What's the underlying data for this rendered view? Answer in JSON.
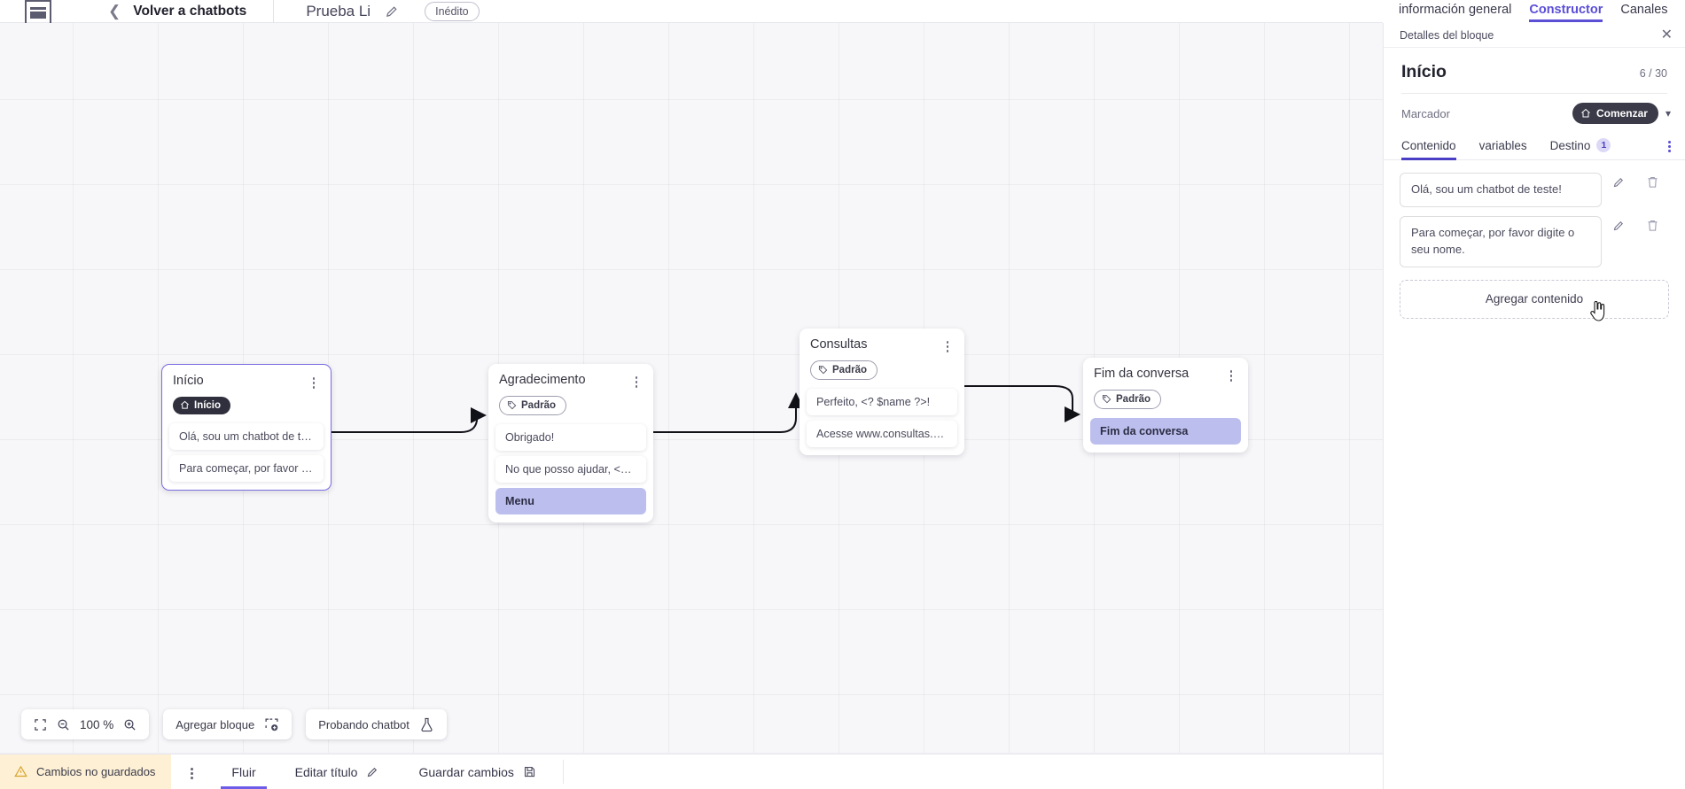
{
  "topbar": {
    "logo_icon": "vtr-logo-icon",
    "back_chevron_icon": "chevron-left-icon",
    "back_label": "Volver a chatbots",
    "doc_title": "Prueba Li",
    "edit_icon": "pencil-icon",
    "status_badge": "Inédito"
  },
  "right_tabs": [
    {
      "label": "información general",
      "active": false
    },
    {
      "label": "Constructor",
      "active": true
    },
    {
      "label": "Canales",
      "active": false
    }
  ],
  "panel": {
    "header_label": "Detalles del bloque",
    "close_icon": "close-icon",
    "title": "Início",
    "count": "6 / 30",
    "marker_label": "Marcador",
    "marker_pill": "Comenzar",
    "marker_pill_icon": "home-icon",
    "marker_chevron_icon": "chevron-down-icon",
    "tabs": [
      {
        "label": "Contenido",
        "active": true,
        "count": null
      },
      {
        "label": "variables",
        "active": false,
        "count": null
      },
      {
        "label": "Destino",
        "active": false,
        "count": "1"
      }
    ],
    "tabs_kebab_icon": "kebab-vertical-icon",
    "content_items": [
      {
        "text": "Olá, sou um chatbot de teste!",
        "edit_icon": "pencil-icon",
        "delete_icon": "trash-icon"
      },
      {
        "text": "Para começar, por favor digite o seu nome.",
        "edit_icon": "pencil-icon",
        "delete_icon": "trash-icon"
      }
    ],
    "add_content_label": "Agregar contenido"
  },
  "canvas": {
    "nodes": [
      {
        "id": "inicio",
        "title": "Início",
        "badge": {
          "label": "Início",
          "style": "dark",
          "icon": "home-icon"
        },
        "selected": true,
        "kebab_icon": "kebab-vertical-icon",
        "rows": [
          {
            "text": "Olá, sou um chatbot de teste!",
            "highlight": false
          },
          {
            "text": "Para começar, por favor digite o ...",
            "highlight": false
          }
        ]
      },
      {
        "id": "agradecimento",
        "title": "Agradecimento",
        "badge": {
          "label": "Padrão",
          "style": "outline",
          "icon": "tag-icon"
        },
        "selected": false,
        "kebab_icon": "kebab-vertical-icon",
        "rows": [
          {
            "text": "Obrigado!",
            "highlight": false
          },
          {
            "text": "No que posso ajudar, <? $name ...",
            "highlight": false
          },
          {
            "text": "Menu",
            "highlight": true
          }
        ]
      },
      {
        "id": "consultas",
        "title": "Consultas",
        "badge": {
          "label": "Padrão",
          "style": "outline",
          "icon": "tag-icon"
        },
        "selected": false,
        "kebab_icon": "kebab-vertical-icon",
        "rows": [
          {
            "text": "Perfeito, <? $name ?>!",
            "highlight": false
          },
          {
            "text": "Acesse www.consultas.com par...",
            "highlight": false
          }
        ]
      },
      {
        "id": "fim",
        "title": "Fim da conversa",
        "badge": {
          "label": "Padrão",
          "style": "outline",
          "icon": "tag-icon"
        },
        "selected": false,
        "kebab_icon": "kebab-vertical-icon",
        "rows": [
          {
            "text": "Fim da conversa",
            "highlight": true
          }
        ]
      }
    ],
    "toolbar": {
      "fit_icon": "fit-screen-icon",
      "zoom_out_icon": "zoom-out-icon",
      "zoom_level": "100 %",
      "zoom_in_icon": "zoom-in-icon",
      "add_block_label": "Agregar bloque",
      "add_block_icon": "add-block-icon",
      "test_chatbot_label": "Probando chatbot",
      "test_chatbot_icon": "flask-icon"
    }
  },
  "bottombar": {
    "unsaved_label": "Cambios no guardados",
    "warning_icon": "warning-icon",
    "kebab_icon": "kebab-vertical-icon",
    "items": [
      {
        "label": "Fluir",
        "active": true,
        "icon": null
      },
      {
        "label": "Editar título",
        "active": false,
        "icon": "pencil-icon"
      },
      {
        "label": "Guardar cambios",
        "active": false,
        "icon": "save-icon"
      }
    ]
  },
  "colors": {
    "accent": "#5b4fd6",
    "node_selected_border": "#7a6de0",
    "highlight_row": "#bcbfee",
    "unsaved_bg": "#fdf0d5",
    "badge_dark": "#2f2f3d"
  }
}
